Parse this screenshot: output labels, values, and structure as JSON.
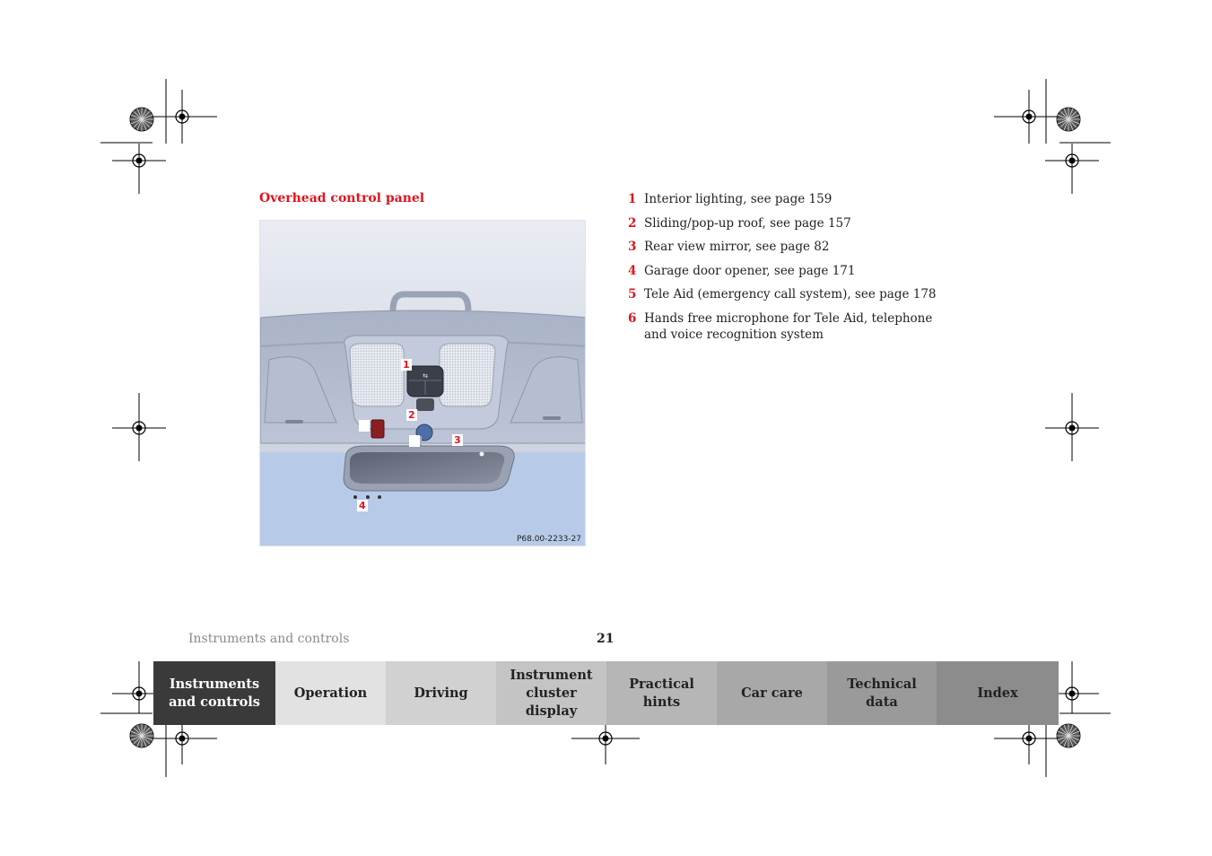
{
  "section_title": "Overhead control panel",
  "figure": {
    "callouts": [
      "1",
      "2",
      "3",
      "4"
    ],
    "reference_code": "P68.00-2233-27"
  },
  "legend": [
    {
      "num": "1",
      "text": "Interior lighting, see page 159"
    },
    {
      "num": "2",
      "text": "Sliding/pop-up roof, see page 157"
    },
    {
      "num": "3",
      "text": "Rear view mirror, see page 82"
    },
    {
      "num": "4",
      "text": "Garage door opener, see page 171"
    },
    {
      "num": "5",
      "text": "Tele Aid (emergency call system), see page 178"
    },
    {
      "num": "6",
      "text": "Hands free microphone for Tele Aid, telephone and voice recognition system"
    }
  ],
  "footer": {
    "section": "Instruments and controls",
    "page_number": "21"
  },
  "nav": {
    "tabs": [
      {
        "label": "Instruments and controls",
        "bg": "#3a3a3a",
        "fg": "#ffffff",
        "active": true
      },
      {
        "label": "Operation",
        "bg": "#e2e2e2",
        "fg": "#222222"
      },
      {
        "label": "Driving",
        "bg": "#d1d1d1",
        "fg": "#222222"
      },
      {
        "label": "Instrument cluster display",
        "bg": "#c4c4c4",
        "fg": "#222222"
      },
      {
        "label": "Practical hints",
        "bg": "#b6b6b6",
        "fg": "#222222"
      },
      {
        "label": "Car care",
        "bg": "#a8a8a8",
        "fg": "#222222"
      },
      {
        "label": "Technical data",
        "bg": "#9a9a9a",
        "fg": "#222222"
      },
      {
        "label": "Index",
        "bg": "#8c8c8c",
        "fg": "#222222"
      }
    ]
  },
  "colors": {
    "accent_red": "#e0141e",
    "footer_gray": "#8a8a8a"
  }
}
